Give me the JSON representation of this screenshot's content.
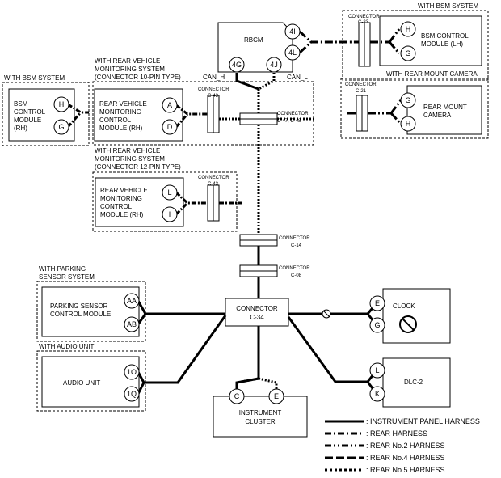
{
  "labels": {
    "with_bsm_rh": "WITH BSM SYSTEM",
    "with_bsm_lh": "WITH BSM SYSTEM",
    "with_rvm10_line1": "WITH REAR VEHICLE",
    "with_rvm10_line2": "MONITORING SYSTEM",
    "with_rvm10_line3": "(CONNECTOR 10-PIN TYPE)",
    "with_rvm12_line1": "WITH REAR VEHICLE",
    "with_rvm12_line2": "MONITORING SYSTEM",
    "with_rvm12_line3": "(CONNECTOR 12-PIN TYPE)",
    "with_rear_cam": "WITH REAR MOUNT CAMERA",
    "with_parking_line1": "WITH PARKING",
    "with_parking_line2": "SENSOR SYSTEM",
    "with_audio": "WITH AUDIO UNIT",
    "can_h": "CAN_H",
    "can_l": "CAN_L"
  },
  "modules": {
    "rbcm": "RBCM",
    "bsm_lh": [
      "BSM CONTROL",
      "MODULE (LH)"
    ],
    "bsm_rh": [
      "BSM",
      "CONTROL",
      "MODULE",
      "(RH)"
    ],
    "rvm10": [
      "REAR VEHICLE",
      "MONITORING",
      "CONTROL",
      "MODULE (RH)"
    ],
    "rvm12": [
      "REAR VEHICLE",
      "MONITORING",
      "CONTROL",
      "MODULE (RH)"
    ],
    "rear_cam": [
      "REAR MOUNT",
      "CAMERA"
    ],
    "parking": [
      "PARKING SENSOR",
      "CONTROL MODULE"
    ],
    "audio": "AUDIO UNIT",
    "clock": "CLOCK",
    "dlc": "DLC-2",
    "cluster": [
      "INSTRUMENT",
      "CLUSTER"
    ]
  },
  "connectors": {
    "c23": [
      "CONNECTOR",
      "C-23"
    ],
    "c43a": [
      "CONNECTOR",
      "C-43"
    ],
    "c43b": [
      "CONNECTOR",
      "C-43"
    ],
    "c21": [
      "CONNECTOR",
      "C-21"
    ],
    "c4748": [
      "CONNECTOR",
      "C-47, C-48"
    ],
    "c14": [
      "CONNECTOR",
      "C-14"
    ],
    "c08": [
      "CONNECTOR",
      "C-08"
    ],
    "c34": [
      "CONNECTOR",
      "C-34"
    ]
  },
  "pins": {
    "rbcm": [
      "4I",
      "4L",
      "4G",
      "4J"
    ],
    "bsm_lh": [
      "H",
      "G"
    ],
    "bsm_rh": [
      "H",
      "G"
    ],
    "rvm10": [
      "A",
      "D"
    ],
    "rvm12": [
      "L",
      "I"
    ],
    "rear_cam": [
      "G",
      "H"
    ],
    "parking": [
      "AA",
      "AB"
    ],
    "audio": [
      "1O",
      "1Q"
    ],
    "clock": [
      "E",
      "G"
    ],
    "dlc": [
      "L",
      "K"
    ],
    "cluster": [
      "C",
      "E"
    ]
  },
  "legend": [
    {
      "label": ": INSTRUMENT PANEL HARNESS",
      "style": "solid"
    },
    {
      "label": ": REAR HARNESS",
      "style": "dashdot"
    },
    {
      "label": ": REAR No.2 HARNESS",
      "style": "dashdotdot"
    },
    {
      "label": ": REAR No.4 HARNESS",
      "style": "longdash"
    },
    {
      "label": ": REAR No.5 HARNESS",
      "style": "shortdash"
    }
  ]
}
